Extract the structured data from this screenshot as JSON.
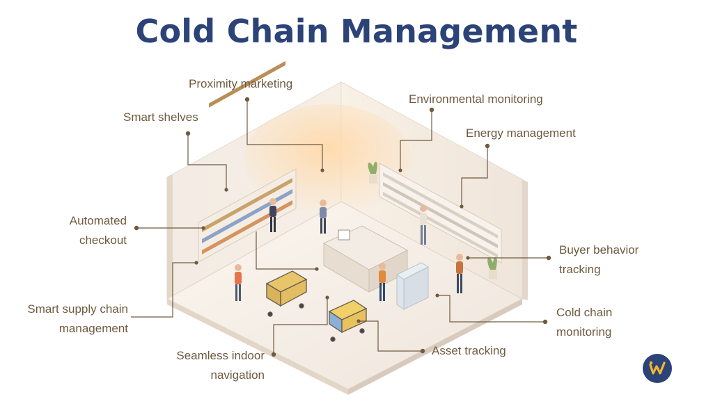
{
  "title": "Cold Chain Management",
  "labels": {
    "proximity_marketing": "Proximity marketing",
    "environmental_monitoring": "Environmental monitoring",
    "smart_shelves": "Smart shelves",
    "energy_management": "Energy management",
    "automated_checkout": [
      "Automated",
      "checkout"
    ],
    "buyer_behavior_tracking": [
      "Buyer behavior",
      "tracking"
    ],
    "smart_supply_chain_management": [
      "Smart supply chain",
      "management"
    ],
    "cold_chain_monitoring": [
      "Cold chain",
      "monitoring"
    ],
    "seamless_indoor_navigation": [
      "Seamless indoor",
      "navigation"
    ],
    "asset_tracking": "Asset tracking"
  },
  "colors": {
    "title": "#2c4378",
    "label_text": "#6f5a40",
    "leader_line": "#6f5a40",
    "logo": "#2c4378"
  },
  "icons": [
    "store-illustration",
    "brand-logo-icon"
  ]
}
